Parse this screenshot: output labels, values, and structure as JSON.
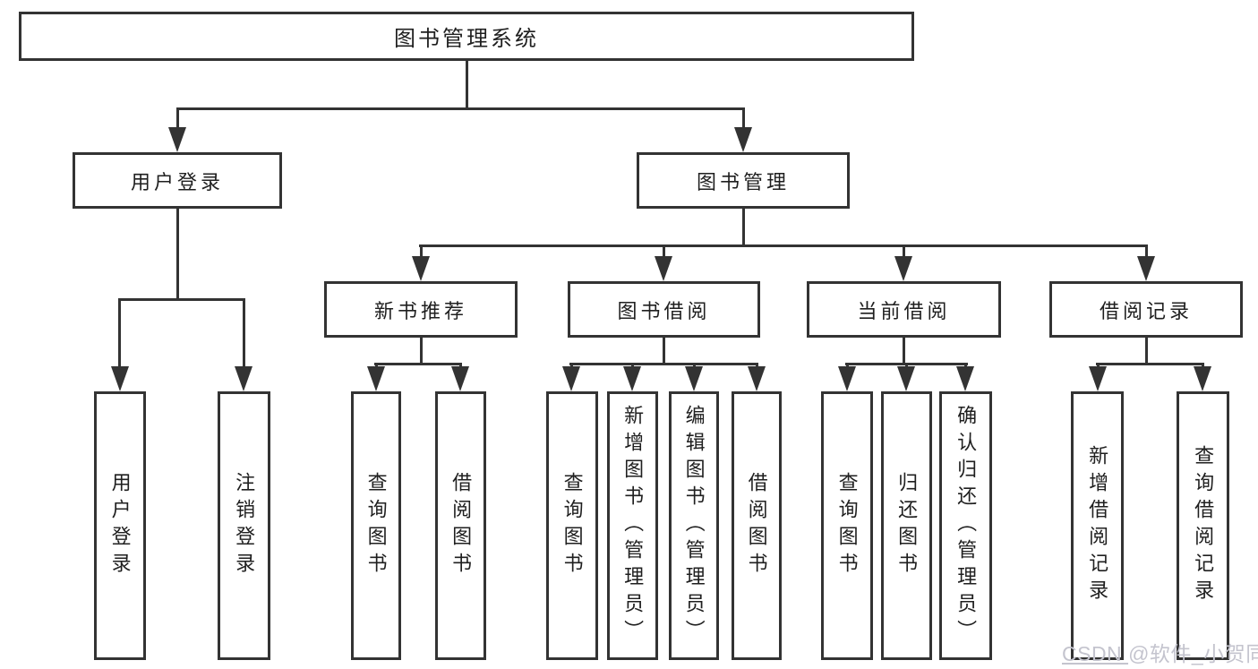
{
  "diagram": {
    "tree": {
      "label": "图书管理系统",
      "children": [
        {
          "label": "用户登录",
          "children": [
            {
              "label": "用户登录"
            },
            {
              "label": "注销登录"
            }
          ]
        },
        {
          "label": "图书管理",
          "children": [
            {
              "label": "新书推荐",
              "children": [
                {
                  "label": "查询图书"
                },
                {
                  "label": "借阅图书"
                }
              ]
            },
            {
              "label": "图书借阅",
              "children": [
                {
                  "label": "查询图书"
                },
                {
                  "label": "新增图书（管理员）"
                },
                {
                  "label": "编辑图书（管理员）"
                },
                {
                  "label": "借阅图书"
                }
              ]
            },
            {
              "label": "当前借阅",
              "children": [
                {
                  "label": "查询图书"
                },
                {
                  "label": "归还图书"
                },
                {
                  "label": "确认归还（管理员）"
                }
              ]
            },
            {
              "label": "借阅记录",
              "children": [
                {
                  "label": "新增借阅记录"
                },
                {
                  "label": "查询借阅记录"
                }
              ]
            }
          ]
        }
      ]
    },
    "colors": {
      "line": "#333333",
      "box_border": "#333333",
      "text": "#1f1f1f",
      "background": "#ffffff",
      "watermark": "#c4c4ce"
    }
  },
  "watermark": {
    "prefix": "CSDN ",
    "handle": "@软件_小贺同学"
  }
}
